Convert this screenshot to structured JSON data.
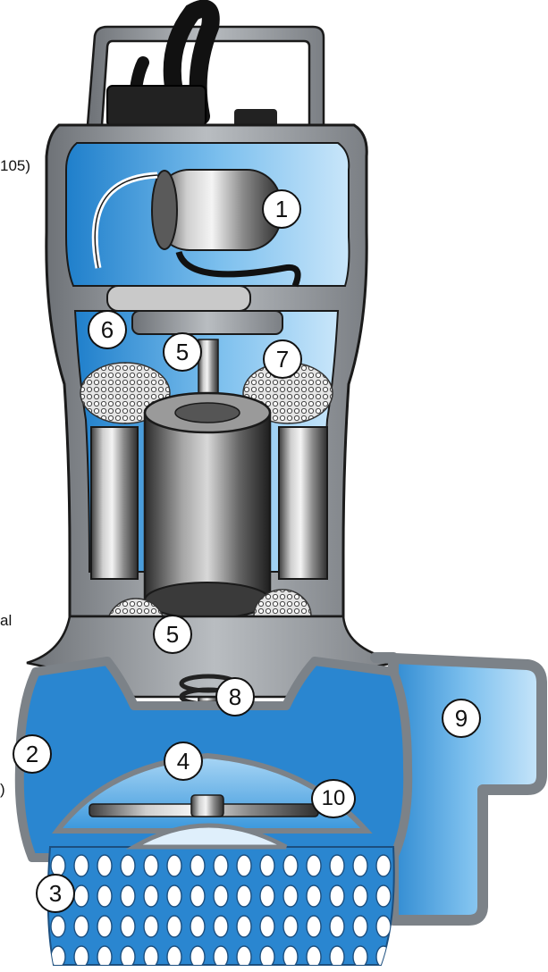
{
  "clipped_text": {
    "top_left": "105)",
    "mid_left": "al",
    "bottom_left": ")"
  },
  "callouts": [
    "1",
    "2",
    "3",
    "4",
    "5",
    "5",
    "6",
    "7",
    "8",
    "9",
    "10"
  ],
  "colors": {
    "water_blue": "#2a8fd6",
    "light_blue": "#8fc8ef",
    "housing_gray": "#8d9196",
    "outline": "#1a1a1a"
  }
}
